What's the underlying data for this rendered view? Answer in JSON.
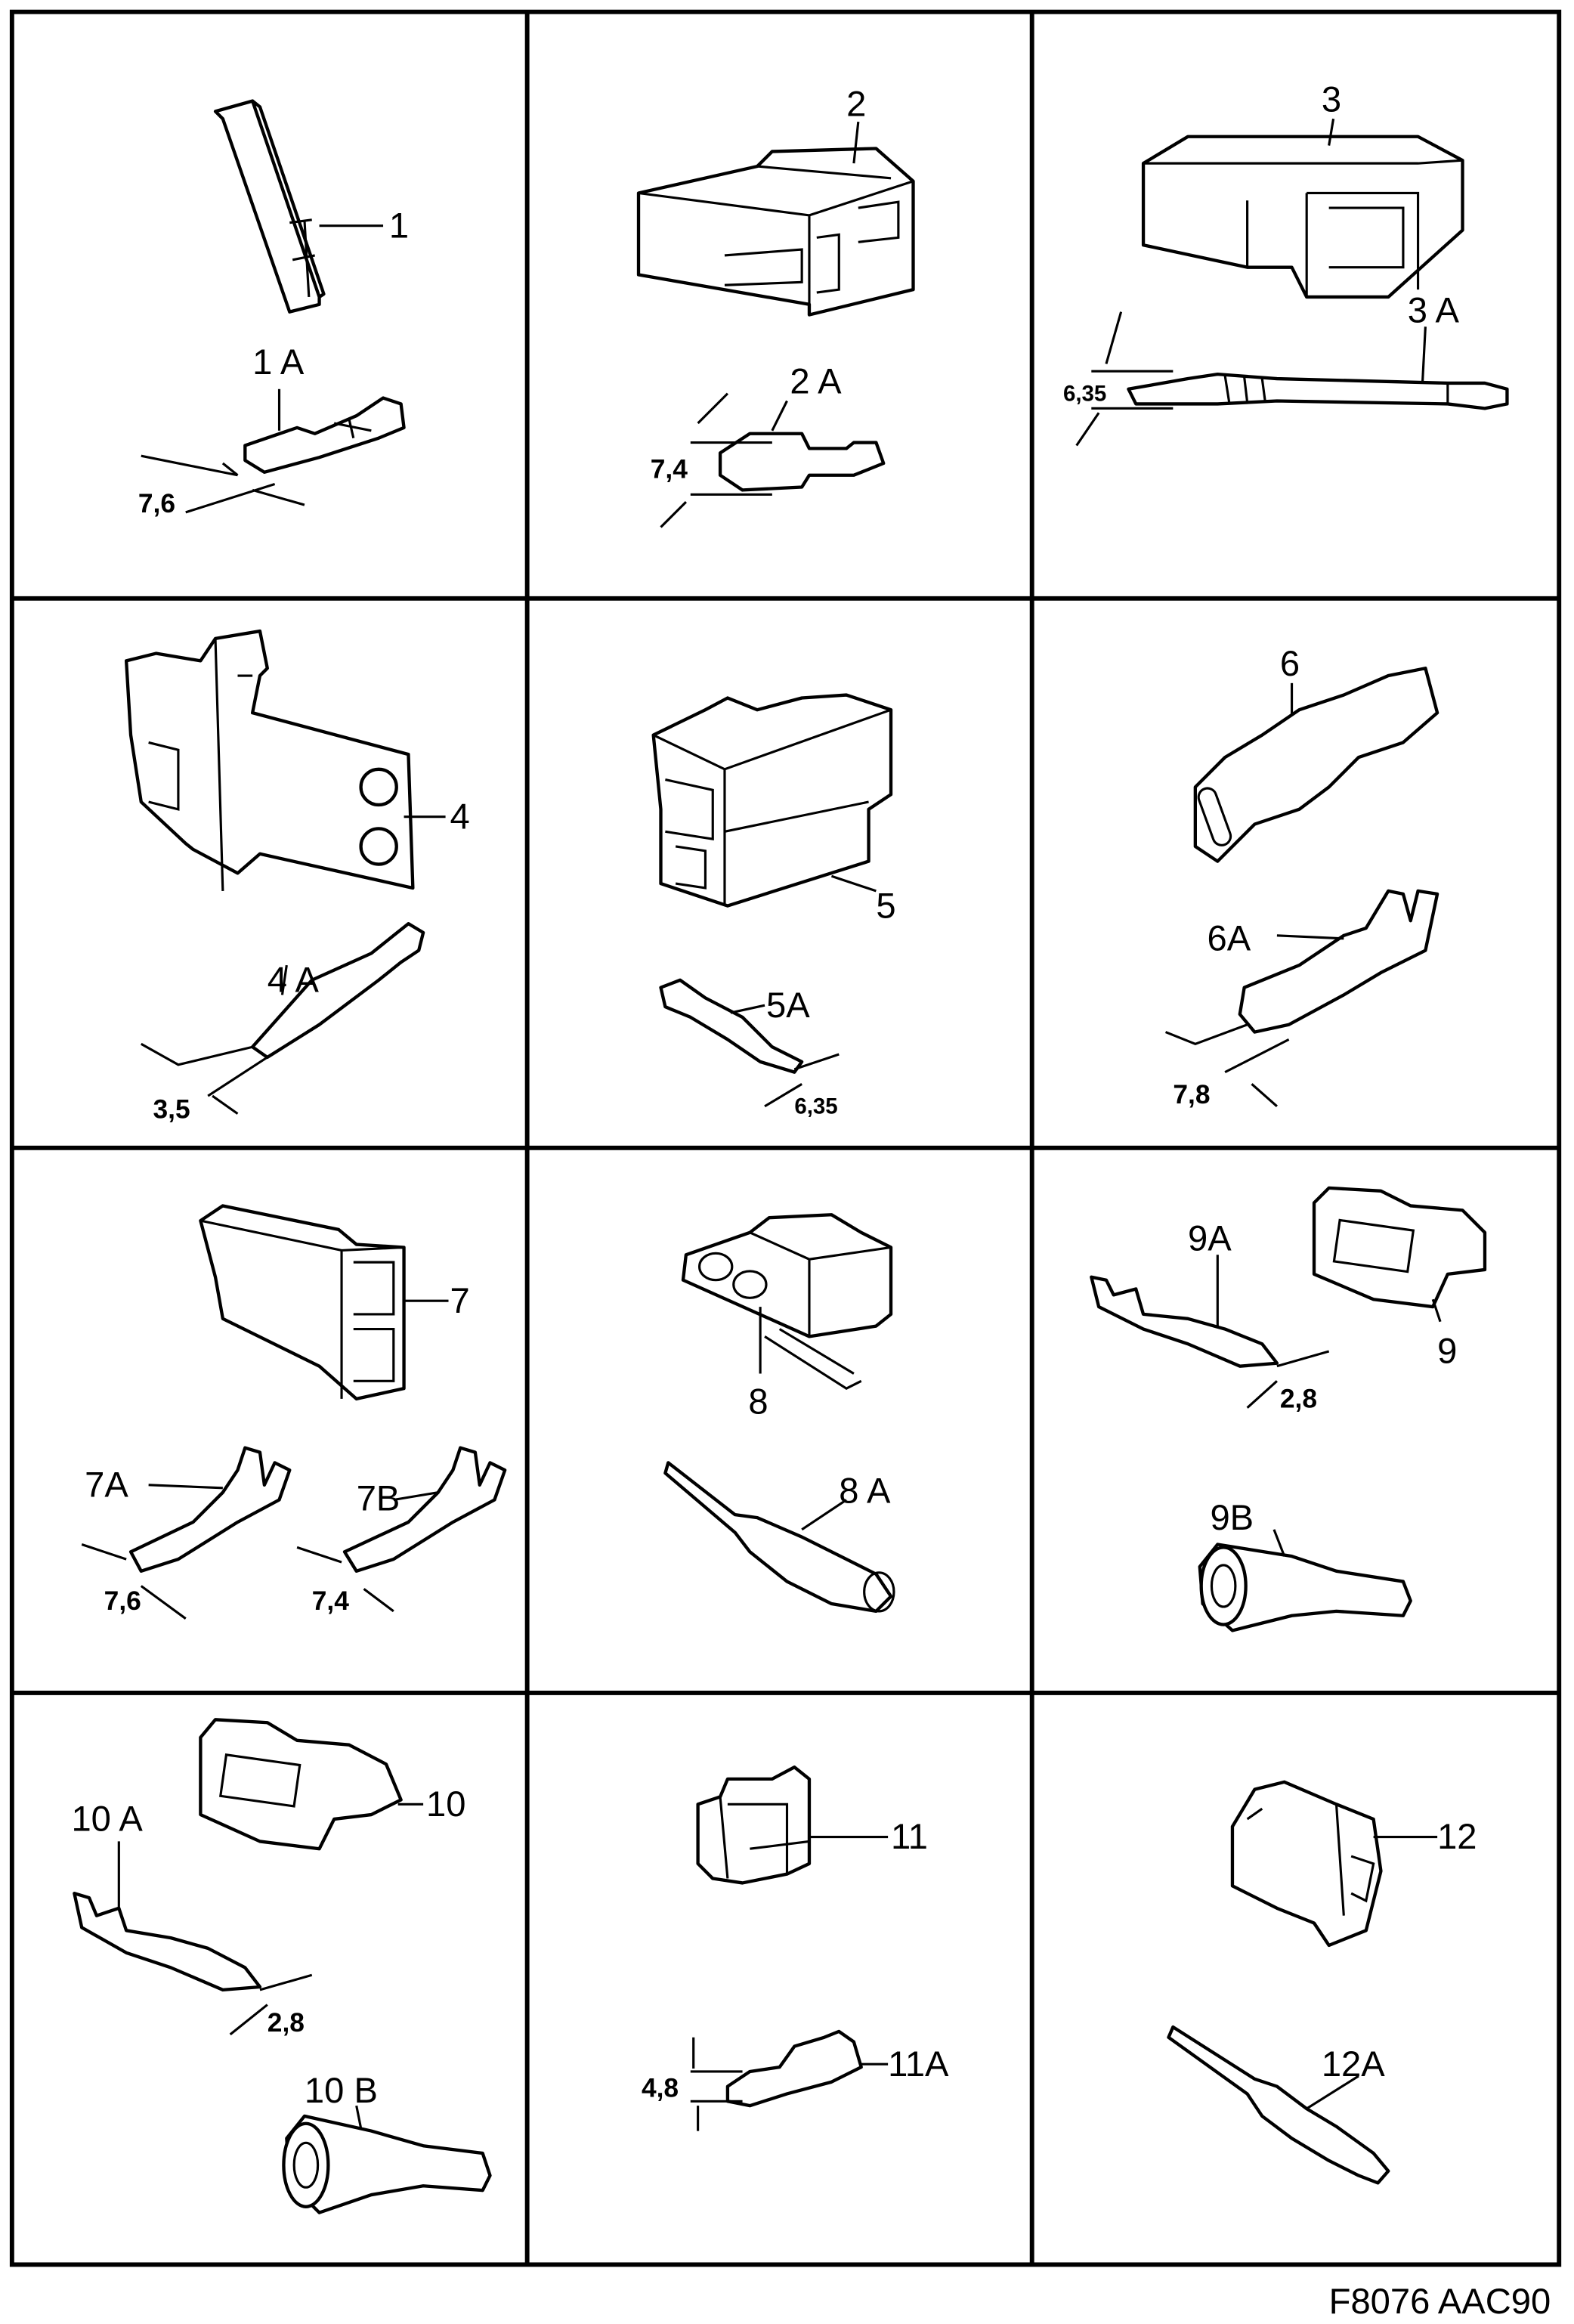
{
  "figure_code": "F8076 AAC90",
  "cells": [
    {
      "part": "1",
      "terminal": "1 A",
      "dimension": "7,6"
    },
    {
      "part": "2",
      "terminal": "2 A",
      "dimension": "7,4"
    },
    {
      "part": "3",
      "terminal": "3 A",
      "dimension": "6,35"
    },
    {
      "part": "4",
      "terminal": "4 A",
      "dimension": "3,5"
    },
    {
      "part": "5",
      "terminal": "5A",
      "dimension": "6,35"
    },
    {
      "part": "6",
      "terminal": "6A",
      "dimension": "7,8"
    },
    {
      "part": "7",
      "terminal": "7A",
      "dimension": "7,6",
      "terminal_b": "7B",
      "dimension_b": "7,4"
    },
    {
      "part": "8",
      "terminal": "8 A"
    },
    {
      "part": "9",
      "terminal": "9A",
      "dimension": "2,8",
      "seal": "9B"
    },
    {
      "part": "10",
      "terminal": "10 A",
      "dimension": "2,8",
      "seal": "10 B"
    },
    {
      "part": "11",
      "terminal": "11A",
      "dimension": "4,8"
    },
    {
      "part": "12",
      "terminal": "12A"
    }
  ]
}
